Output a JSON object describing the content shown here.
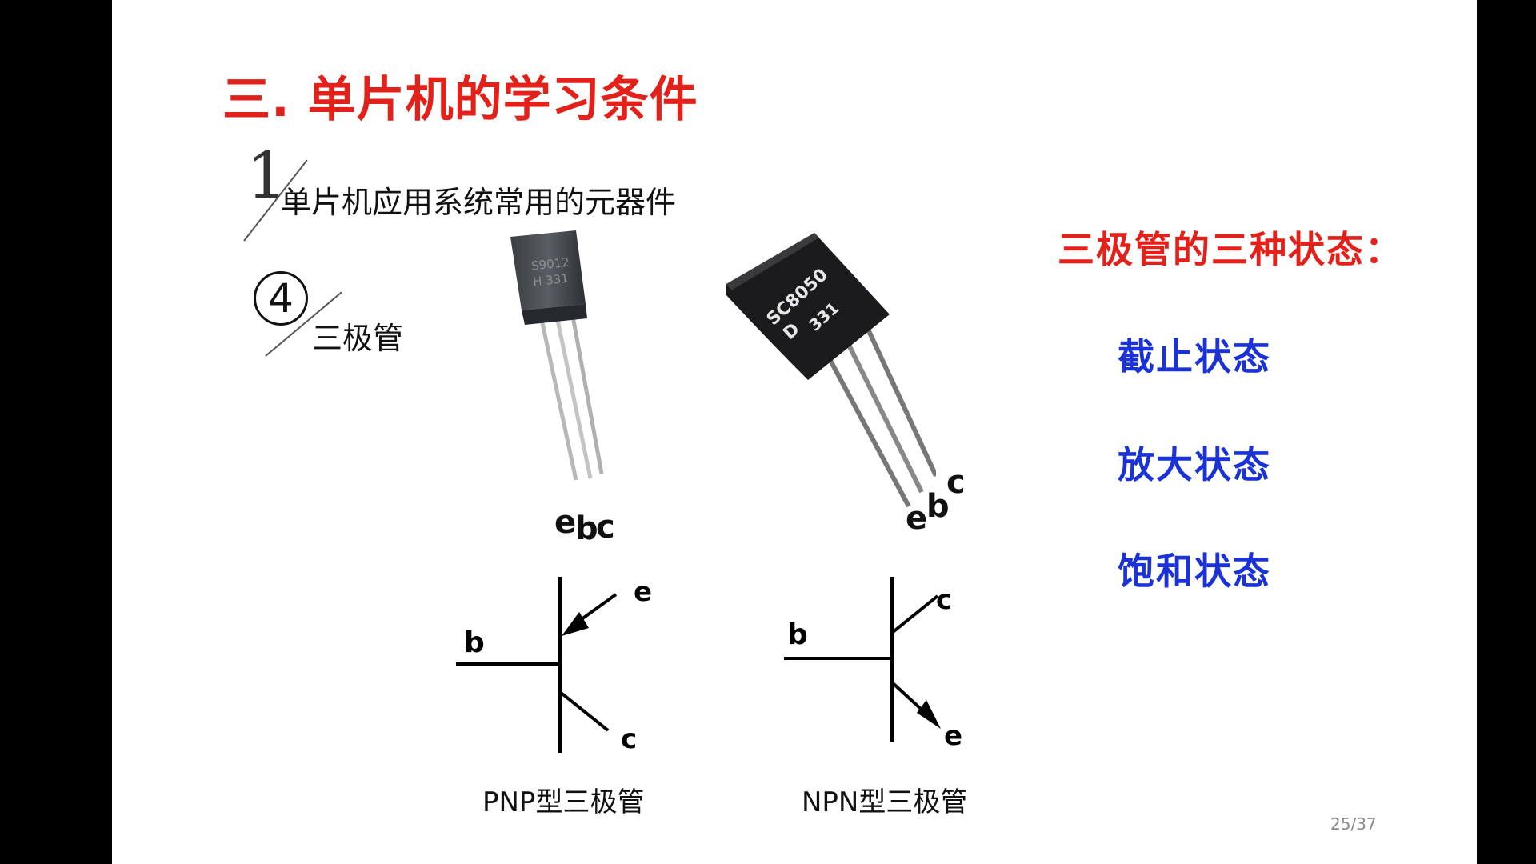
{
  "slide": {
    "title": "三. 单片机的学习条件",
    "section_number": "1",
    "section_label": "单片机应用系统常用的元器件",
    "sub_number": "4",
    "sub_label": "三极管",
    "page": "25/37"
  },
  "photos": {
    "left": {
      "marking_line1": "S9012",
      "marking_line2": "H 331",
      "pins": [
        "e",
        "b",
        "c"
      ]
    },
    "right": {
      "marking_line1": "SC8050",
      "marking_line2_a": "D",
      "marking_line2_b": "331",
      "pins": [
        "e",
        "b",
        "c"
      ]
    }
  },
  "symbols": {
    "pnp": {
      "base": "b",
      "emitter": "e",
      "collector": "c",
      "caption": "PNP型三极管"
    },
    "npn": {
      "base": "b",
      "emitter": "e",
      "collector": "c",
      "caption": "NPN型三极管"
    }
  },
  "states": {
    "title": "三极管的三种状态：",
    "items": [
      "截止状态",
      "放大状态",
      "饱和状态"
    ]
  },
  "colors": {
    "title_red": "#e3211b",
    "state_blue": "#1a32d6"
  }
}
